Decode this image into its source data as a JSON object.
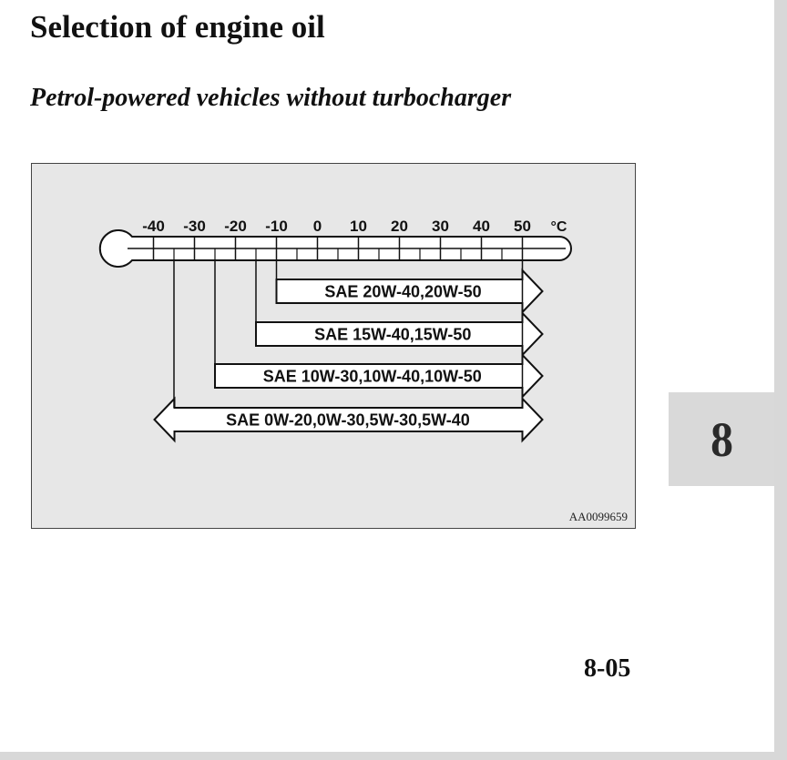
{
  "title": "Selection of engine oil",
  "subtitle": "Petrol-powered vehicles without turbocharger",
  "figure": {
    "unit": "°C",
    "scale": [
      {
        "value": -40,
        "label": "-40"
      },
      {
        "value": -30,
        "label": "-30"
      },
      {
        "value": -20,
        "label": "-20"
      },
      {
        "value": -10,
        "label": "-10"
      },
      {
        "value": 0,
        "label": "0"
      },
      {
        "value": 10,
        "label": "10"
      },
      {
        "value": 20,
        "label": "20"
      },
      {
        "value": 30,
        "label": "30"
      },
      {
        "value": 40,
        "label": "40"
      },
      {
        "value": 50,
        "label": "50"
      }
    ],
    "ranges": [
      {
        "label": "SAE  20W-40,20W-50",
        "min": -10,
        "max": 50,
        "open_low": false
      },
      {
        "label": "SAE  15W-40,15W-50",
        "min": -15,
        "max": 50,
        "open_low": false
      },
      {
        "label": "SAE  10W-30,10W-40,10W-50",
        "min": -25,
        "max": 50,
        "open_low": false
      },
      {
        "label": "SAE  0W-20,0W-30,5W-30,5W-40",
        "min": -35,
        "max": 50,
        "open_low": true
      }
    ],
    "code": "AA0099659"
  },
  "chapter": "8",
  "page_number": "8-05"
}
